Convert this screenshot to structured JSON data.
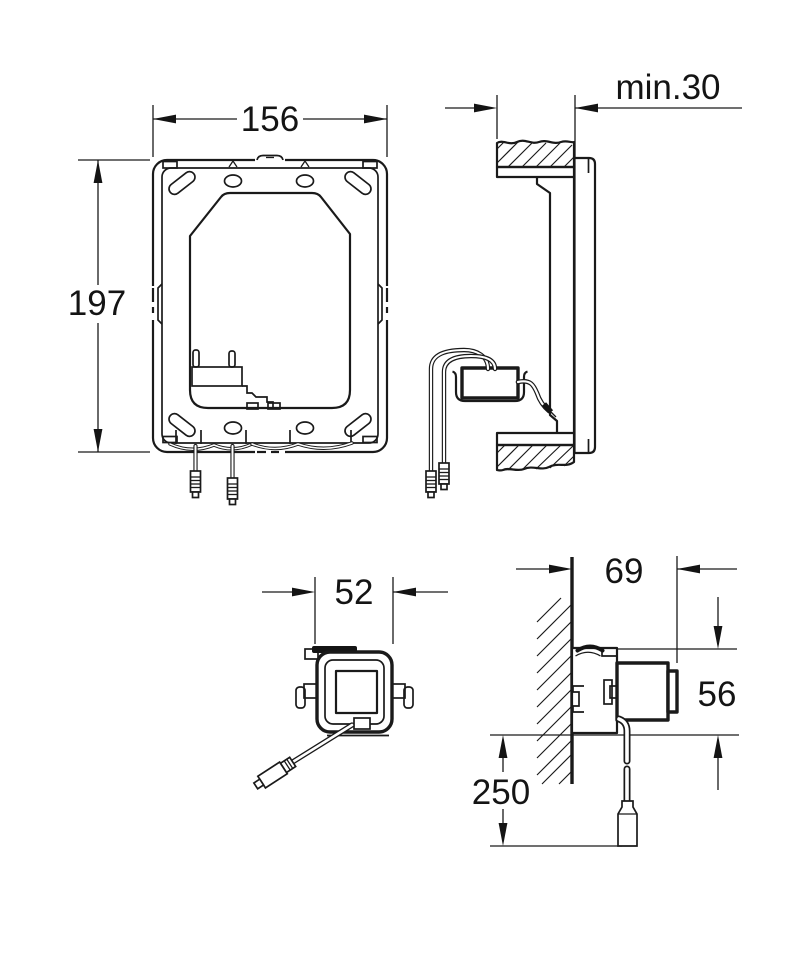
{
  "page": {
    "background": "#ffffff",
    "line_color": "#1a1a1a"
  },
  "drawing": {
    "type": "technical-installation-dimension-drawing",
    "dimensions": {
      "front_view": {
        "width": "156",
        "height": "197"
      },
      "side_view": {
        "wall_min_depth": "min.30"
      },
      "sensor_front_view": {
        "width": "52"
      },
      "sensor_side_view": {
        "depth": "69",
        "height": "56",
        "cable_drop": "250"
      }
    }
  }
}
